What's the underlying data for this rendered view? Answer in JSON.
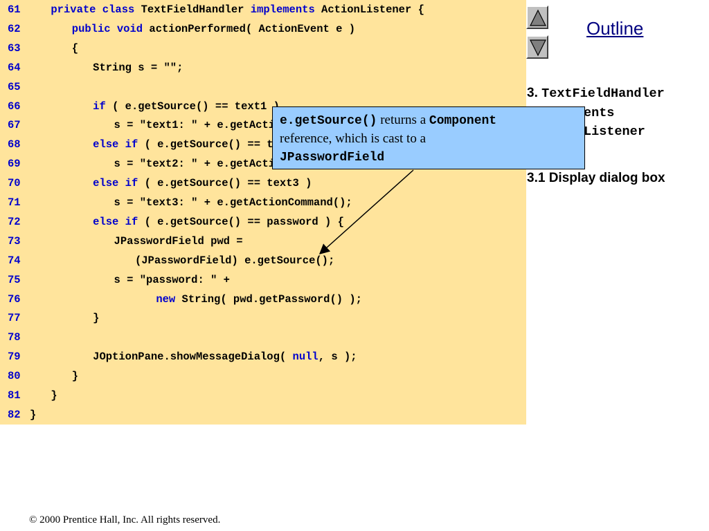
{
  "code_lines": [
    {
      "num": "61",
      "indent": 1,
      "parts": [
        {
          "t": "private class",
          "kw": true
        },
        {
          "t": " TextFieldHandler "
        },
        {
          "t": "implements",
          "kw": true
        },
        {
          "t": " ActionListener {"
        }
      ]
    },
    {
      "num": "62",
      "indent": 2,
      "parts": [
        {
          "t": "public void",
          "kw": true
        },
        {
          "t": " actionPerformed( ActionEvent e )"
        }
      ]
    },
    {
      "num": "63",
      "indent": 2,
      "parts": [
        {
          "t": "{"
        }
      ]
    },
    {
      "num": "64",
      "indent": 3,
      "parts": [
        {
          "t": "String s = \"\";"
        }
      ]
    },
    {
      "num": "65",
      "indent": 3,
      "parts": []
    },
    {
      "num": "66",
      "indent": 3,
      "parts": [
        {
          "t": "if",
          "kw": true
        },
        {
          "t": " ( e.getSource() == text1 )"
        }
      ]
    },
    {
      "num": "67",
      "indent": 4,
      "parts": [
        {
          "t": "s = \"text1: \" + e.getActionCommand();"
        }
      ]
    },
    {
      "num": "68",
      "indent": 3,
      "parts": [
        {
          "t": "else if",
          "kw": true
        },
        {
          "t": " ( e.getSource() == text2 )"
        }
      ]
    },
    {
      "num": "69",
      "indent": 4,
      "parts": [
        {
          "t": "s = \"text2: \" + e.getActionCommand();"
        }
      ]
    },
    {
      "num": "70",
      "indent": 3,
      "parts": [
        {
          "t": "else if",
          "kw": true
        },
        {
          "t": " ( e.getSource() == text3 )"
        }
      ]
    },
    {
      "num": "71",
      "indent": 4,
      "parts": [
        {
          "t": "s = \"text3: \" + e.getActionCommand();"
        }
      ]
    },
    {
      "num": "72",
      "indent": 3,
      "parts": [
        {
          "t": "else if",
          "kw": true
        },
        {
          "t": " ( e.getSource() == password ) {"
        }
      ]
    },
    {
      "num": "73",
      "indent": 4,
      "parts": [
        {
          "t": "JPasswordField pwd ="
        }
      ]
    },
    {
      "num": "74",
      "indent": 5,
      "parts": [
        {
          "t": "(JPasswordField) e.getSource();"
        }
      ]
    },
    {
      "num": "75",
      "indent": 4,
      "parts": [
        {
          "t": "s = \"password: \" +"
        }
      ]
    },
    {
      "num": "76",
      "indent": 6,
      "parts": [
        {
          "t": "new",
          "kw": true
        },
        {
          "t": " String( pwd.getPassword() );"
        }
      ]
    },
    {
      "num": "77",
      "indent": 3,
      "parts": [
        {
          "t": "}"
        }
      ]
    },
    {
      "num": "78",
      "indent": 3,
      "parts": []
    },
    {
      "num": "79",
      "indent": 3,
      "parts": [
        {
          "t": "JOptionPane.showMessageDialog( "
        },
        {
          "t": "null",
          "kw": true
        },
        {
          "t": ", s );"
        }
      ]
    },
    {
      "num": "80",
      "indent": 2,
      "parts": [
        {
          "t": "}"
        }
      ]
    },
    {
      "num": "81",
      "indent": 1,
      "parts": [
        {
          "t": "}"
        }
      ]
    },
    {
      "num": "82",
      "indent": 0,
      "parts": [
        {
          "t": "}"
        }
      ]
    }
  ],
  "nav": {
    "prev_icon": "triangle-up-icon",
    "next_icon": "triangle-down-icon"
  },
  "outline": {
    "title": "Outline",
    "item1_number": "3. ",
    "item1_line1": "TextFieldHandler",
    "item1_line2": "ents",
    "item1_line3": "Listener",
    "item2": "3.1 Display dialog box"
  },
  "callout": {
    "code1": "e.getSource()",
    "text1": " returns a ",
    "code2": "Component",
    "text2": "reference, which is cast to a",
    "code3": "JPasswordField"
  },
  "footer": "© 2000 Prentice Hall, Inc.  All rights reserved.",
  "colors": {
    "code_background": "#ffe49c",
    "keyword": "#0000cc",
    "callout_background": "#99ccff",
    "outline_title": "#000080"
  }
}
